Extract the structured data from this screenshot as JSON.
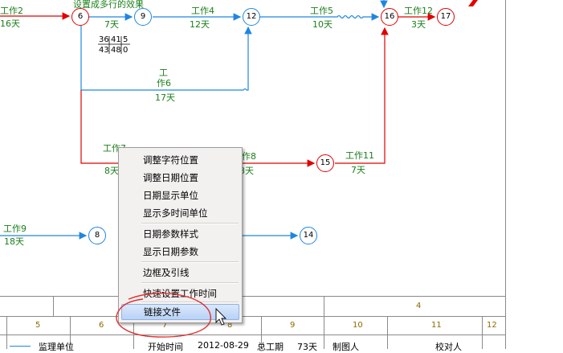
{
  "network": {
    "caption": "设置成多行的效果",
    "nodes": [
      {
        "id": "6",
        "color": "red"
      },
      {
        "id": "9",
        "color": "blue"
      },
      {
        "id": "12",
        "color": "blue"
      },
      {
        "id": "16",
        "color": "red"
      },
      {
        "id": "17",
        "color": "red"
      },
      {
        "id": "15",
        "color": "red"
      },
      {
        "id": "8",
        "color": "blue"
      },
      {
        "id": "14",
        "color": "blue"
      }
    ],
    "tasks": {
      "t2": {
        "name": "工作2",
        "days": "16天"
      },
      "t9_top": {
        "days": "7天"
      },
      "t4": {
        "name": "工作4",
        "days": "12天"
      },
      "t5": {
        "name": "工作5",
        "days": "10天"
      },
      "t12": {
        "name": "工作12",
        "days": "3天"
      },
      "t6": {
        "name_line1": "工",
        "name_line2": "作6",
        "days": "17天"
      },
      "t7": {
        "name": "工作7",
        "days": "8天"
      },
      "t8": {
        "name": "工作8",
        "days": "8天"
      },
      "t11": {
        "name": "工作11",
        "days": "7天"
      },
      "t9": {
        "name": "工作9",
        "days": "18天"
      }
    },
    "param_table": {
      "row1": [
        "36",
        "41",
        "5"
      ],
      "row2": [
        "43",
        "48",
        "0"
      ]
    }
  },
  "timescale": {
    "upper_value": "4",
    "columns": [
      "5",
      "6",
      "7",
      "8",
      "9",
      "10",
      "11",
      "12"
    ]
  },
  "footer": {
    "supervisor_label": "监理单位",
    "start_label": "开始时间",
    "start_date": "2012-08-29",
    "duration_label": "总工期",
    "duration_value": "73天",
    "drawer_label": "制图人",
    "checker_label": "校对人"
  },
  "context_menu": {
    "items": [
      "调整字符位置",
      "调整日期位置",
      "日期显示单位",
      "显示多时间单位",
      "日期参数样式",
      "显示日期参数",
      "边框及引线",
      "快速设置工作时间",
      "链接文件"
    ],
    "selected": "链接文件"
  },
  "colors": {
    "critical": "#e00000",
    "normal": "#1f86e0",
    "label": "#1a7f1a",
    "annotation": "#e03030"
  }
}
